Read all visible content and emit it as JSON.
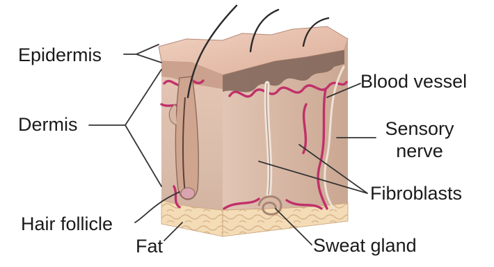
{
  "labels": {
    "epidermis": "Epidermis",
    "dermis": "Dermis",
    "hair_follicle": "Hair follicle",
    "fat": "Fat",
    "blood_vessel": "Blood vessel",
    "sensory_nerve_line1": "Sensory",
    "sensory_nerve_line2": "nerve",
    "fibroblasts": "Fibroblasts",
    "sweat_gland": "Sweat gland"
  },
  "colors": {
    "epidermis_top": "#e9c3b0",
    "dermis": "#d8b8a6",
    "blood_vessel": "#c0306a",
    "fat": "#f2d9b2",
    "leader_line": "#333333"
  }
}
